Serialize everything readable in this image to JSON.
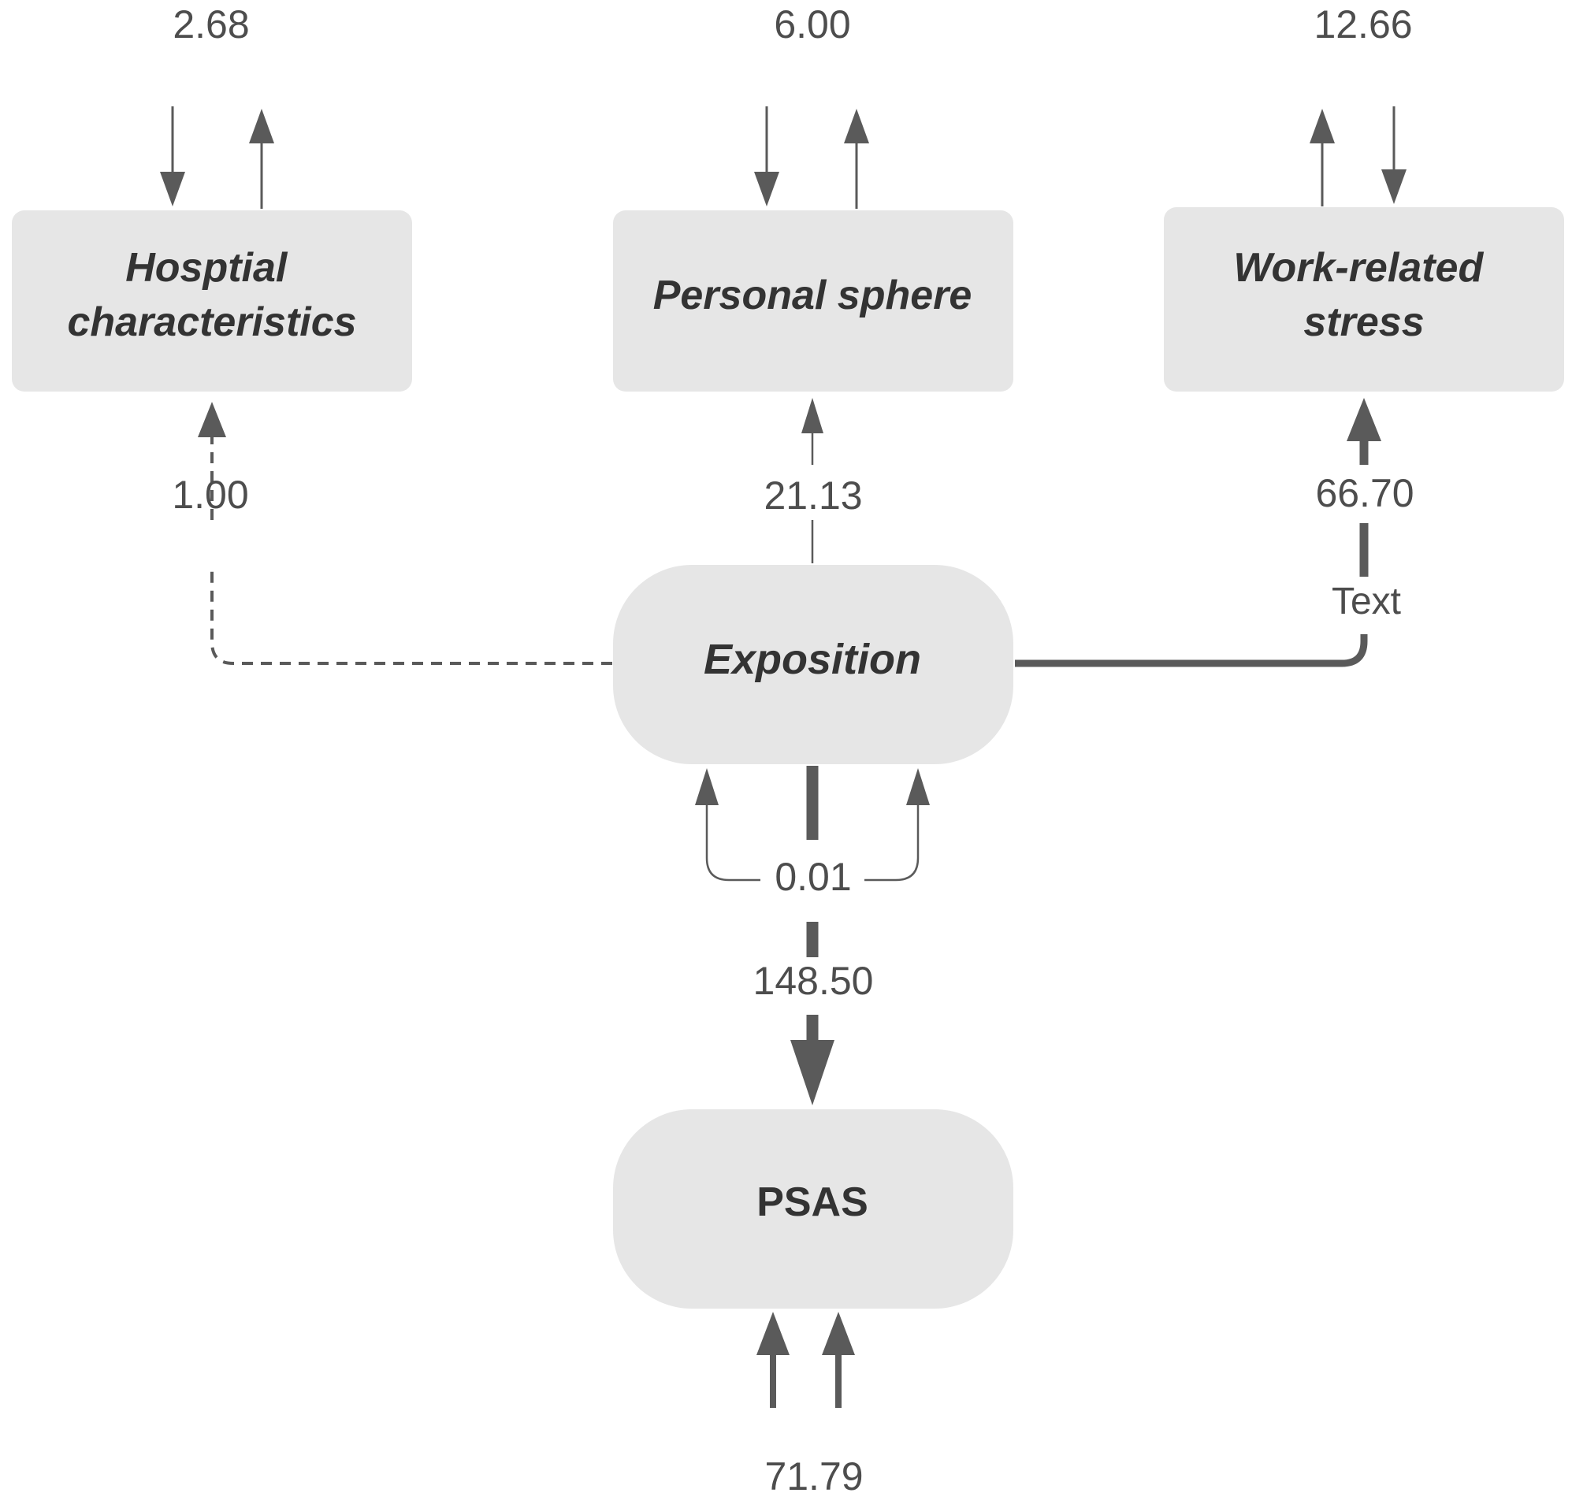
{
  "nodes": {
    "hospital": {
      "lines": [
        "Hosptial",
        "characteristics"
      ]
    },
    "personal": {
      "lines": [
        "Personal sphere"
      ]
    },
    "work": {
      "lines": [
        "Work-related",
        "stress"
      ]
    },
    "exposition": {
      "label": "Exposition"
    },
    "psas": {
      "label": "PSAS"
    }
  },
  "values": {
    "hospital_top": "2.68",
    "personal_top": "6.00",
    "work_top": "12.66",
    "exposition_to_hospital": "1.00",
    "exposition_to_personal": "21.13",
    "exposition_to_work": "66.70",
    "connector_text": "Text",
    "exposition_self": "0.01",
    "exposition_to_psas": "148.50",
    "psas_bottom": "71.79"
  },
  "colors": {
    "node_fill": "#e6e6e6",
    "arrow": "#5a5a5a",
    "text": "#333333"
  }
}
